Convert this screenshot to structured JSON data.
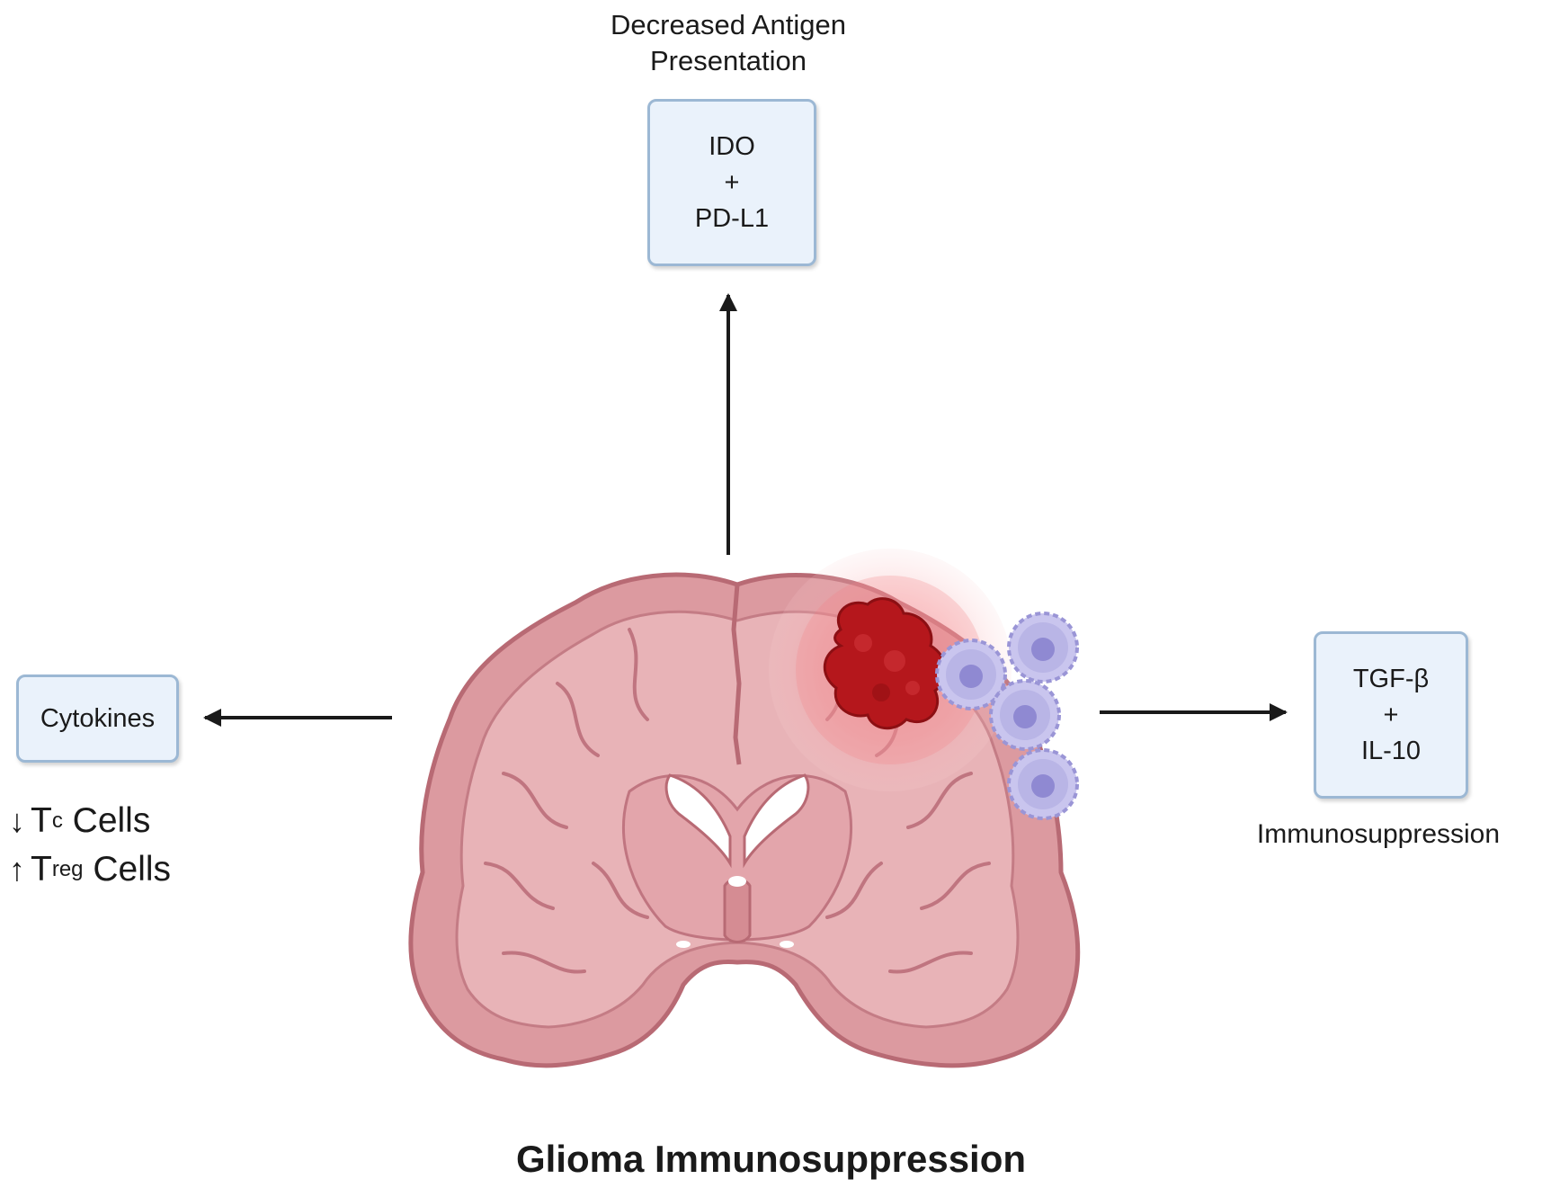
{
  "title": "Glioma Immunosuppression",
  "top": {
    "caption_line1": "Decreased Antigen",
    "caption_line2": "Presentation",
    "box_line1": "IDO",
    "box_line2": "+",
    "box_line3": "PD-L1"
  },
  "left": {
    "box_label": "Cytokines",
    "tc_arrow": "↓",
    "tc_main": "T",
    "tc_sub": "c",
    "tc_rest": " Cells",
    "treg_arrow": "↑",
    "treg_main": "T",
    "treg_sub": "reg",
    "treg_rest": " Cells"
  },
  "right": {
    "box_line1": "TGF-β",
    "box_line2": "+",
    "box_line3": "IL-10",
    "caption": "Immunosuppression"
  },
  "colors": {
    "box_fill": "#eaf2fb",
    "box_border": "#9cb8d4",
    "brain": "#d9959b",
    "brain_outline": "#b86a74",
    "tumor": "#b5171c",
    "glow": "#f3a0a4",
    "immune_cell": "#b9b5e6"
  },
  "icons": [
    "brain-illustration",
    "tumor-icon",
    "immune-cell-icon",
    "arrow-up-icon",
    "arrow-left-icon",
    "arrow-right-icon"
  ]
}
